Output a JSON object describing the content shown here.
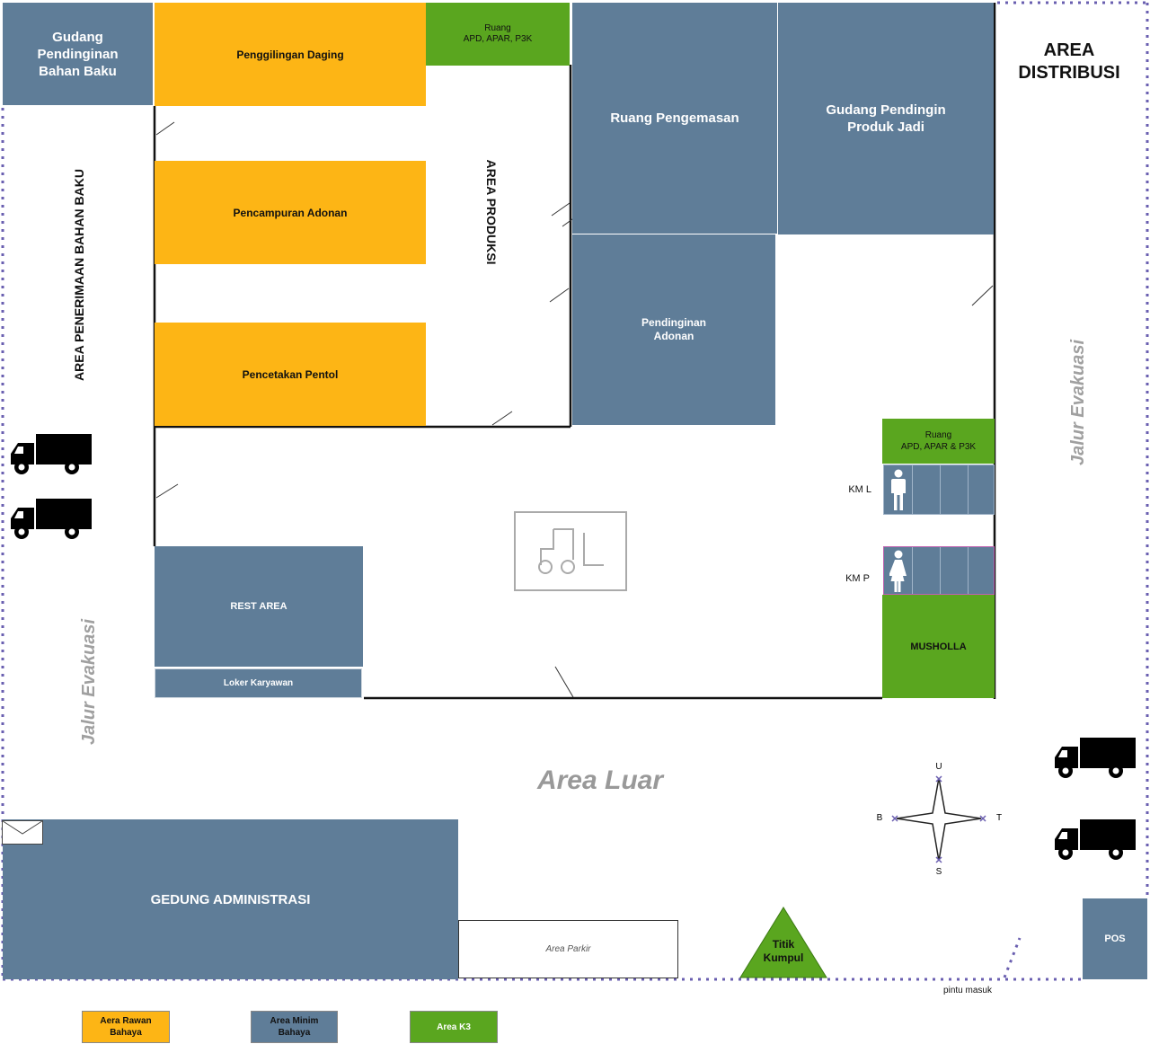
{
  "colors": {
    "hazard": "#fdb515",
    "low_hazard": "#5f7d98",
    "k3": "#5aa61f",
    "evac_route": "#6a5fb0",
    "wall": "#111111"
  },
  "rooms": {
    "gudang_pendinginan_bahan_baku": "Gudang\nPendinginan\nBahan Baku",
    "penggilingan_daging": "Penggilingan Daging",
    "ruang_apd_top": "Ruang\nAPD, APAR, P3K",
    "ruang_pengemasan": "Ruang Pengemasan",
    "gudang_pendingin_produk_jadi": "Gudang Pendingin\nProduk Jadi",
    "pencampuran_adonan": "Pencampuran Adonan",
    "pencetakan_pentol": "Pencetakan Pentol",
    "pendinginan_adonan": "Pendinginan\nAdonan",
    "ruang_apd_right": "Ruang\nAPD, APAR & P3K",
    "rest_area": "REST AREA",
    "loker_karyawan": "Loker Karyawan",
    "musholla": "MUSHOLLA",
    "gedung_administrasi": "GEDUNG ADMINISTRASI",
    "area_parkir": "Area Parkir",
    "pos": "POS",
    "titik_kumpul": "Titik\nKumpul"
  },
  "areas": {
    "area_distribusi": "AREA\nDISTRIBUSI",
    "area_penerimaan": "AREA PENERIMAAN BAHAN BAKU",
    "area_produksi": "AREA PRODUKSI",
    "area_luar": "Area Luar",
    "jalur_evakuasi": "Jalur Evakuasi"
  },
  "toilets": {
    "male_label": "KM L",
    "female_label": "KM P"
  },
  "compass": {
    "north": "U",
    "south": "S",
    "west": "B",
    "east": "T"
  },
  "entrance_label": "pintu masuk",
  "legend": [
    {
      "label": "Aera Rawan\nBahaya",
      "color": "#fdb515"
    },
    {
      "label": "Area Minim\nBahaya",
      "color": "#5f7d98"
    },
    {
      "label": "Area K3",
      "color": "#5aa61f"
    }
  ],
  "icons": [
    "truck-icon",
    "forklift-icon",
    "male-icon",
    "female-icon",
    "envelope-icon",
    "compass-icon"
  ]
}
